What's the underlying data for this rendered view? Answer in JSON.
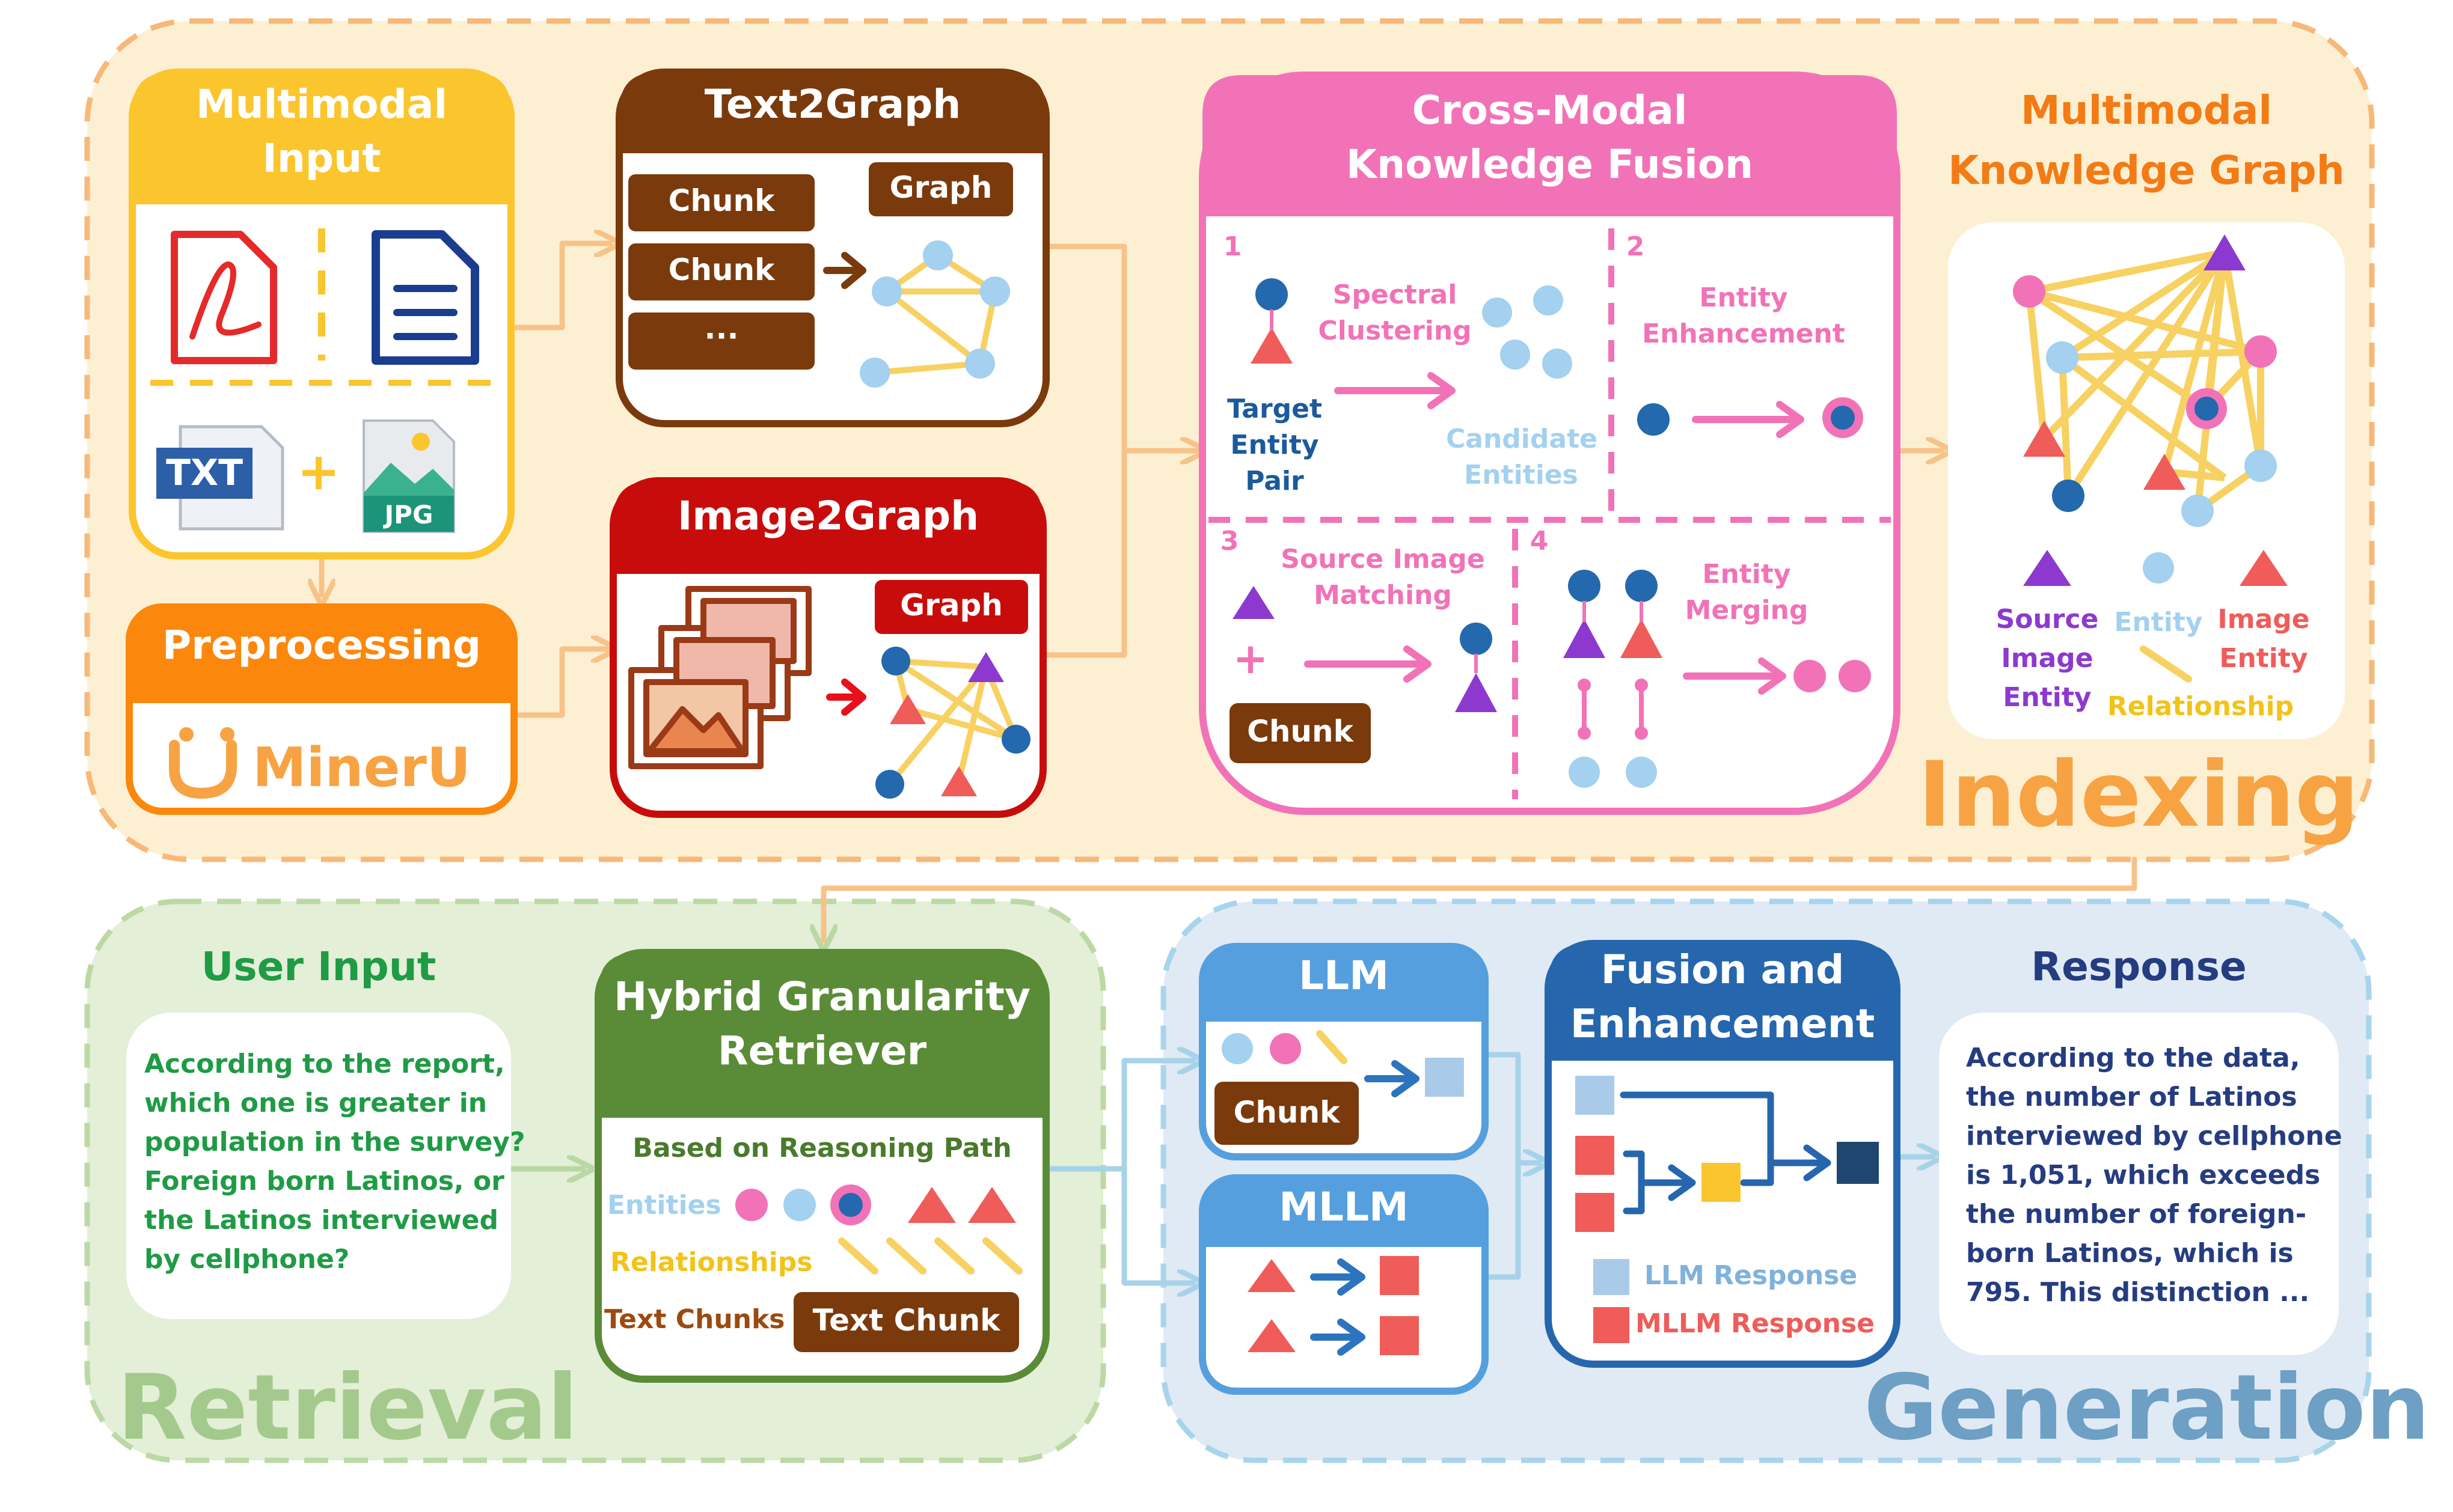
{
  "colors": {
    "indexing": "#f7a343",
    "retrieval": "#5a8c37",
    "generation": "#3a78c2",
    "pink": "#f272b7",
    "brown": "#7a3a0c",
    "red": "#c80c0c",
    "entity_blue": "#a3d1ef",
    "entity_pink": "#f272b7",
    "relationship": "#f7d162",
    "source_entity": "#8d39d0",
    "image_entity": "#ef5c59"
  },
  "sections": {
    "indexing": "Indexing",
    "retrieval": "Retrieval",
    "generation": "Generation"
  },
  "multimodal_input": {
    "title_line1": "Multimodal",
    "title_line2": "Input",
    "txt_label": "TXT",
    "jpg_label": "JPG",
    "plus": "+"
  },
  "preprocessing": {
    "title": "Preprocessing",
    "tool": "MinerU"
  },
  "text2graph": {
    "title": "Text2Graph",
    "chunk1": "Chunk",
    "chunk2": "Chunk",
    "chunk3": "···",
    "graph": "Graph"
  },
  "image2graph": {
    "title": "Image2Graph",
    "graph": "Graph"
  },
  "fusion": {
    "title_line1": "Cross-Modal",
    "title_line2": "Knowledge Fusion",
    "q1_num": "1",
    "q1_label_line1": "Spectral",
    "q1_label_line2": "Clustering",
    "q1_target_line1": "Target",
    "q1_target_line2": "Entity",
    "q1_target_line3": "Pair",
    "q1_candidate_line1": "Candidate",
    "q1_candidate_line2": "Entities",
    "q2_num": "2",
    "q2_label_line1": "Entity",
    "q2_label_line2": "Enhancement",
    "q3_num": "3",
    "q3_label_line1": "Source Image",
    "q3_label_line2": "Matching",
    "q3_plus": "+",
    "q3_chunk": "Chunk",
    "q4_num": "4",
    "q4_label_line1": "Entity",
    "q4_label_line2": "Merging"
  },
  "mmkg": {
    "title_line1": "Multimodal",
    "title_line2": "Knowledge Graph",
    "legend_source_line1": "Source",
    "legend_source_line2": "Image",
    "legend_source_line3": "Entity",
    "legend_entity": "Entity",
    "legend_image_line1": "Image",
    "legend_image_line2": "Entity",
    "legend_relationship": "Relationship"
  },
  "user_input": {
    "title": "User Input",
    "line1": "According to the report,",
    "line2": "which one is greater in",
    "line3": "population in the survey?",
    "line4": "Foreign born Latinos, or",
    "line5": "the Latinos interviewed",
    "line6": "by cellphone?"
  },
  "retriever": {
    "title_line1": "Hybrid Granularity",
    "title_line2": "Retriever",
    "subtitle": "Based on Reasoning Path",
    "entities": "Entities",
    "relationships": "Relationships",
    "text_chunks": "Text Chunks",
    "text_chunk": "Text Chunk"
  },
  "llm": {
    "title": "LLM",
    "chunk": "Chunk"
  },
  "mllm": {
    "title": "MLLM"
  },
  "fusion_enh": {
    "title_line1": "Fusion and",
    "title_line2": "Enhancement",
    "legend_llm": "LLM Response",
    "legend_mllm": "MLLM Response"
  },
  "response": {
    "title": "Response",
    "line1": "According to the data,",
    "line2": "the number of Latinos",
    "line3": "interviewed by cellphone",
    "line4": "is 1,051, which exceeds",
    "line5": "the number of foreign-",
    "line6": "born Latinos, which is",
    "line7": "795. This distinction ..."
  }
}
